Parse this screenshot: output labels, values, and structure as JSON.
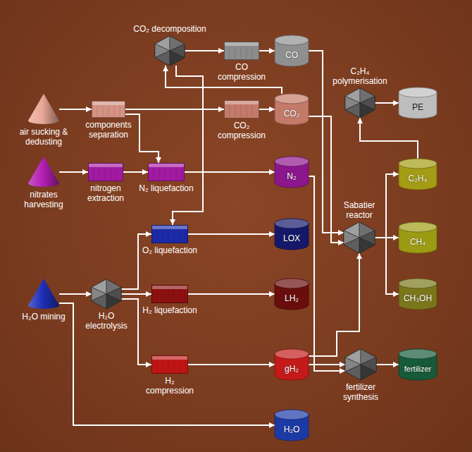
{
  "diagram": {
    "nodes": [
      {
        "text": [
          "CO₂ decomposition"
        ]
      },
      {
        "text": [
          "CO compression"
        ]
      },
      {
        "text": [
          "CO"
        ]
      },
      {
        "text": [
          "C₂H₄ polymerisation"
        ]
      },
      {
        "text": [
          "PE"
        ]
      },
      {
        "text": [
          "air sucking & dedusting"
        ]
      },
      {
        "text": [
          "components separation"
        ]
      },
      {
        "text": [
          "CO₂ compression"
        ]
      },
      {
        "text": [
          "CO₂"
        ]
      },
      {
        "text": [
          "C₂H₄"
        ]
      },
      {
        "text": [
          "nitrates harvesting"
        ]
      },
      {
        "text": [
          "nitrogen extraction"
        ]
      },
      {
        "text": [
          "N₂ liquefaction"
        ]
      },
      {
        "text": [
          "N₂"
        ]
      },
      {
        "text": [
          "Sabatier reactor"
        ]
      },
      {
        "text": [
          "CH₄"
        ]
      },
      {
        "text": [
          "O₂ liquefaction"
        ]
      },
      {
        "text": [
          "LOX"
        ]
      },
      {
        "text": [
          "CH₃OH"
        ]
      },
      {
        "text": [
          "H₂O mining"
        ]
      },
      {
        "text": [
          "H₂O electrolysis"
        ]
      },
      {
        "text": [
          "H₂ liquefaction"
        ]
      },
      {
        "text": [
          "LH₂"
        ]
      },
      {
        "text": [
          "fertilizer synthesis"
        ]
      },
      {
        "text": [
          "fertilizer"
        ]
      },
      {
        "text": [
          "H₂ compression"
        ]
      },
      {
        "text": [
          "gH₂"
        ]
      },
      {
        "text": [
          "H₂O"
        ]
      }
    ],
    "edges": [
      {
        "from": 0,
        "to": 1,
        "arrow": "to"
      },
      {
        "from": 1,
        "to": 2,
        "arrow": "to"
      },
      {
        "from": 8,
        "to": 0,
        "arrow": "to"
      },
      {
        "from": 0,
        "to": 16,
        "arrow": "to"
      },
      {
        "from": 5,
        "to": 6,
        "arrow": "to"
      },
      {
        "from": 6,
        "to": 7,
        "arrow": "to"
      },
      {
        "from": 7,
        "to": 8,
        "arrow": "to"
      },
      {
        "from": 6,
        "to": 12,
        "arrow": "to"
      },
      {
        "from": 10,
        "to": 11,
        "arrow": "to"
      },
      {
        "from": 11,
        "to": 12,
        "arrow": "to"
      },
      {
        "from": 12,
        "to": 13,
        "arrow": "to"
      },
      {
        "from": 2,
        "to": 14,
        "arrow": "to"
      },
      {
        "from": 8,
        "to": 14,
        "arrow": "to"
      },
      {
        "from": 14,
        "to": 9,
        "arrow": "to"
      },
      {
        "from": 14,
        "to": 15,
        "arrow": "to"
      },
      {
        "from": 14,
        "to": 18,
        "arrow": "to"
      },
      {
        "from": 9,
        "to": 3,
        "arrow": "to"
      },
      {
        "from": 3,
        "to": 4,
        "arrow": "to"
      },
      {
        "from": 19,
        "to": 20,
        "arrow": "to"
      },
      {
        "from": 19,
        "to": 27,
        "arrow": "to"
      },
      {
        "from": 20,
        "to": 16,
        "arrow": "to"
      },
      {
        "from": 20,
        "to": 21,
        "arrow": "to"
      },
      {
        "from": 20,
        "to": 25,
        "arrow": "to"
      },
      {
        "from": 16,
        "to": 17,
        "arrow": "to"
      },
      {
        "from": 21,
        "to": 22,
        "arrow": "to"
      },
      {
        "from": 25,
        "to": 26,
        "arrow": "to"
      },
      {
        "from": 26,
        "to": 14,
        "arrow": "to"
      },
      {
        "from": 26,
        "to": 23,
        "arrow": "to"
      },
      {
        "from": 13,
        "to": 23,
        "arrow": "to"
      },
      {
        "from": 23,
        "to": 24,
        "arrow": "to"
      }
    ]
  }
}
